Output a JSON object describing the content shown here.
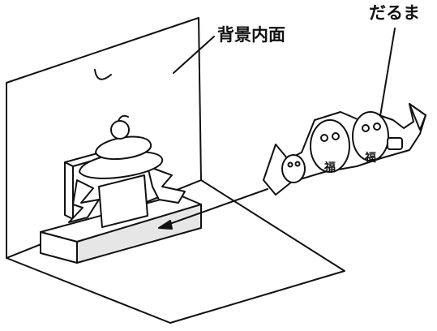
{
  "labels": {
    "back_inner_face": "背景内面",
    "daruma": "だるま"
  },
  "decorations": {
    "lucky_char": "福"
  },
  "colors": {
    "line": "#111111",
    "base_front": "#e6e6e6",
    "paper": "#ffffff"
  }
}
